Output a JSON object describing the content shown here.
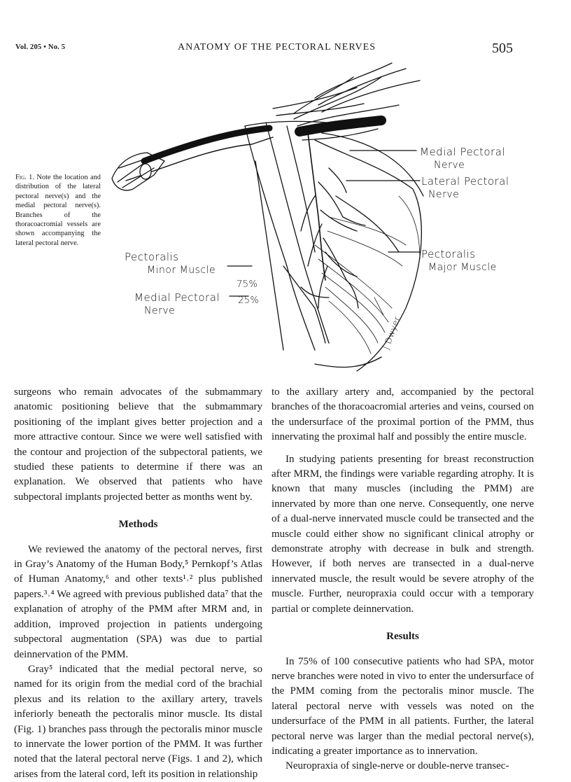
{
  "header": {
    "volume": "Vol. 205 • No. 5",
    "running_title": "ANATOMY OF THE PECTORAL NERVES",
    "page_number": "505"
  },
  "figure": {
    "caption_label": "Fig. 1.",
    "caption_text": "Note the location and distribution of the lateral pectoral nerve(s) and the medial pectoral nerve(s). Branches of the thoracoacromial vessels are shown accompanying the lateral pectoral nerve.",
    "labels": {
      "medial_pectoral_nerve_top_1": "Medial Pectoral",
      "medial_pectoral_nerve_top_2": "Nerve",
      "lateral_pectoral_nerve_1": "Lateral Pectoral",
      "lateral_pectoral_nerve_2": "Nerve",
      "pectoralis_major_1": "Pectoralis",
      "pectoralis_major_2": "Major Muscle",
      "pectoralis_minor_1": "Pectoralis",
      "pectoralis_minor_2": "Minor Muscle",
      "medial_pectoral_nerve_bottom_1": "Medial Pectoral",
      "medial_pectoral_nerve_bottom_2": "Nerve",
      "pct_75": "75%",
      "pct_25": "25%",
      "signature": "J Dwyer"
    }
  },
  "left_column": {
    "p1": "surgeons who remain advocates of the submammary anatomic positioning believe that the submammary positioning of the implant gives better projection and a more attractive contour. Since we were well satisfied with the contour and projection of the subpectoral patients, we studied these patients to determine if there was an explanation. We observed that patients who have subpectoral implants projected better as months went by.",
    "methods_heading": "Methods",
    "p2": "We reviewed the anatomy of the pectoral nerves, first in Gray’s Anatomy of the Human Body,⁵ Pernkopf’s Atlas of Human Anatomy,⁶ and other texts¹˒² plus published papers.³˒⁴ We agreed with previous published data⁷ that the explanation of atrophy of the PMM after MRM and, in addition, improved projection in patients undergoing subpectoral augmentation (SPA) was due to partial deinnervation of the PMM.",
    "p3": "Gray⁵ indicated that the medial pectoral nerve, so named for its origin from the medial cord of the brachial plexus and its relation to the axillary artery, travels inferiorly beneath the pectoralis minor muscle. Its distal (Fig. 1) branches pass through the pectoralis minor muscle to innervate the lower portion of the PMM. It was further noted that the lateral pectoral nerve (Figs. 1 and 2), which arises from the lateral cord, left its position in relationship"
  },
  "right_column": {
    "p1": "to the axillary artery and, accompanied by the pectoral branches of the thoracoacromial arteries and veins, coursed on the undersurface of the proximal portion of the PMM, thus innervating the proximal half and possibly the entire muscle.",
    "p2": "In studying patients presenting for breast reconstruction after MRM, the findings were variable regarding atrophy. It is known that many muscles (including the PMM) are innervated by more than one nerve. Consequently, one nerve of a dual-nerve innervated muscle could be transected and the muscle could either show no significant clinical atrophy or demonstrate atrophy with decrease in bulk and strength. However, if both nerves are transected in a dual-nerve innervated muscle, the result would be severe atrophy of the muscle. Further, neuropraxia could occur with a temporary partial or complete deinnervation.",
    "results_heading": "Results",
    "p3": "In 75% of 100 consecutive patients who had SPA, motor nerve branches were noted in vivo to enter the undersurface of the PMM coming from the pectoralis minor muscle. The lateral pectoral nerve with vessels was noted on the undersurface of the PMM in all patients. Further, the lateral pectoral nerve was larger than the medial pectoral nerve(s), indicating a greater importance as to innervation.",
    "p4": "Neuropraxia of single-nerve or double-nerve transec-"
  }
}
